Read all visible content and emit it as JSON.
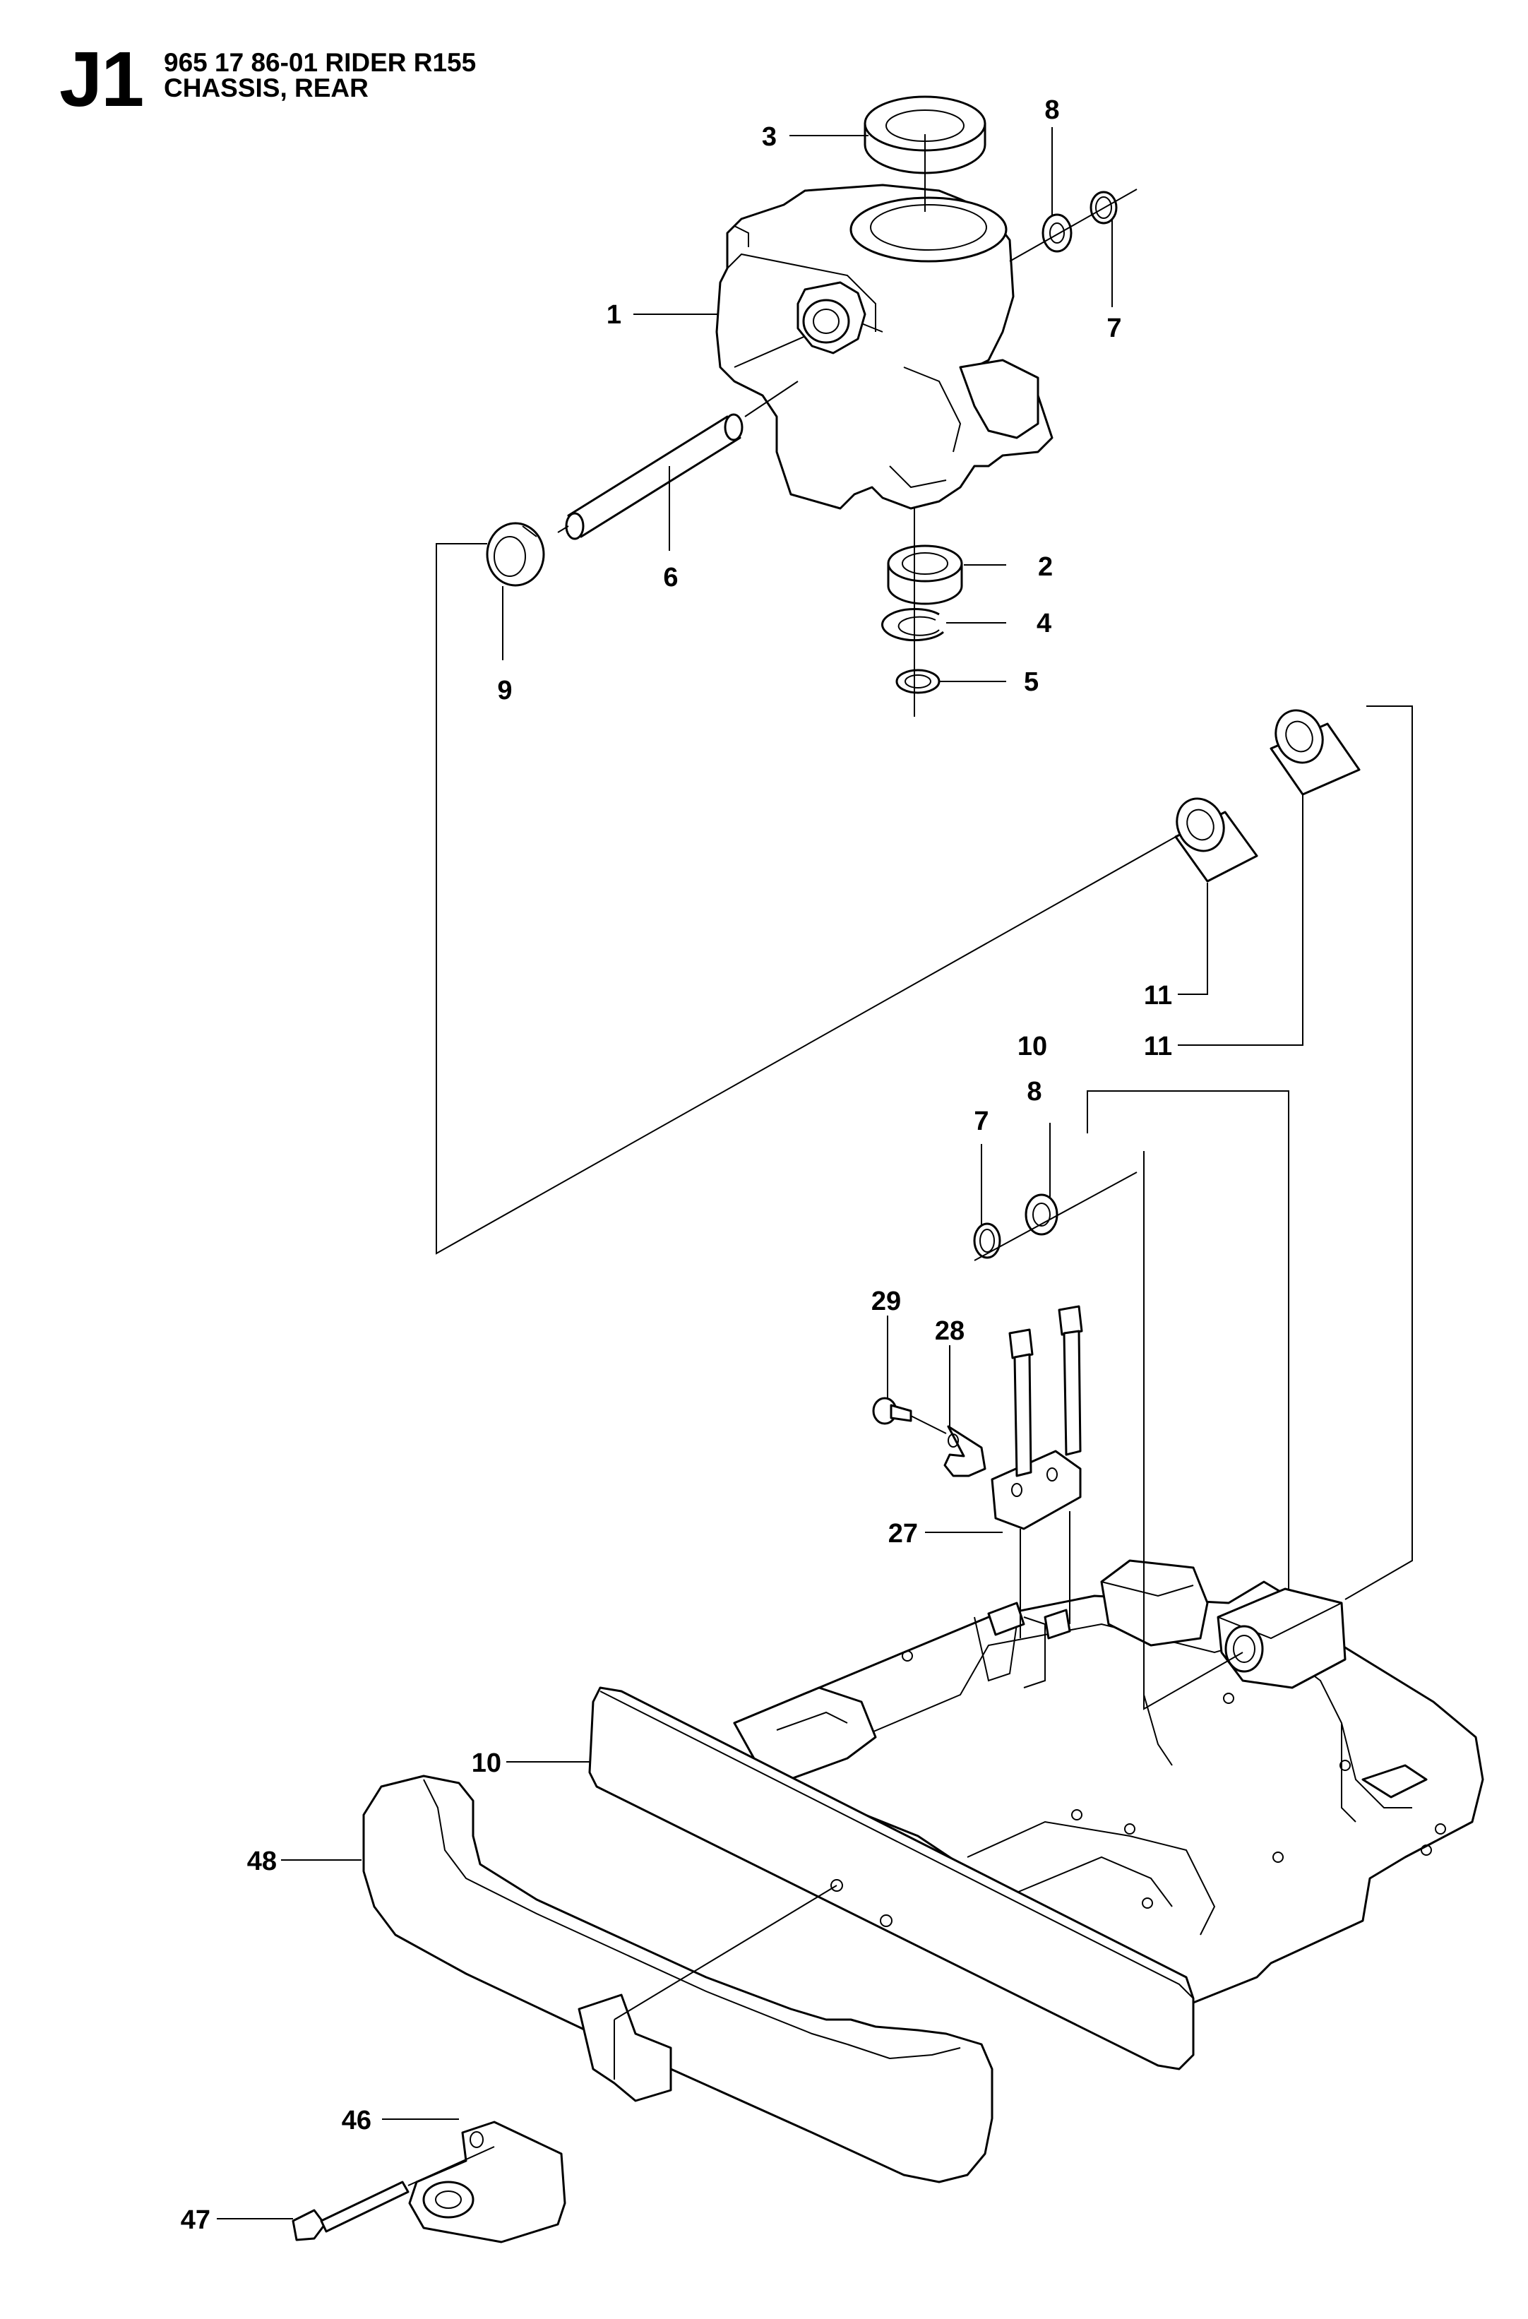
{
  "header": {
    "code": "J1",
    "title": "965 17 86-01 RIDER R155",
    "subtitle": "CHASSIS, REAR"
  },
  "callouts": {
    "c1": "1",
    "c2": "2",
    "c3": "3",
    "c4": "4",
    "c5": "5",
    "c6": "6",
    "c7a": "7",
    "c8a": "8",
    "c9": "9",
    "c10a": "10",
    "c11a": "11",
    "c11b": "11",
    "c7b": "7",
    "c8b": "8",
    "c29": "29",
    "c28": "28",
    "c27": "27",
    "c10b": "10",
    "c48": "48",
    "c46": "46",
    "c47": "47"
  }
}
